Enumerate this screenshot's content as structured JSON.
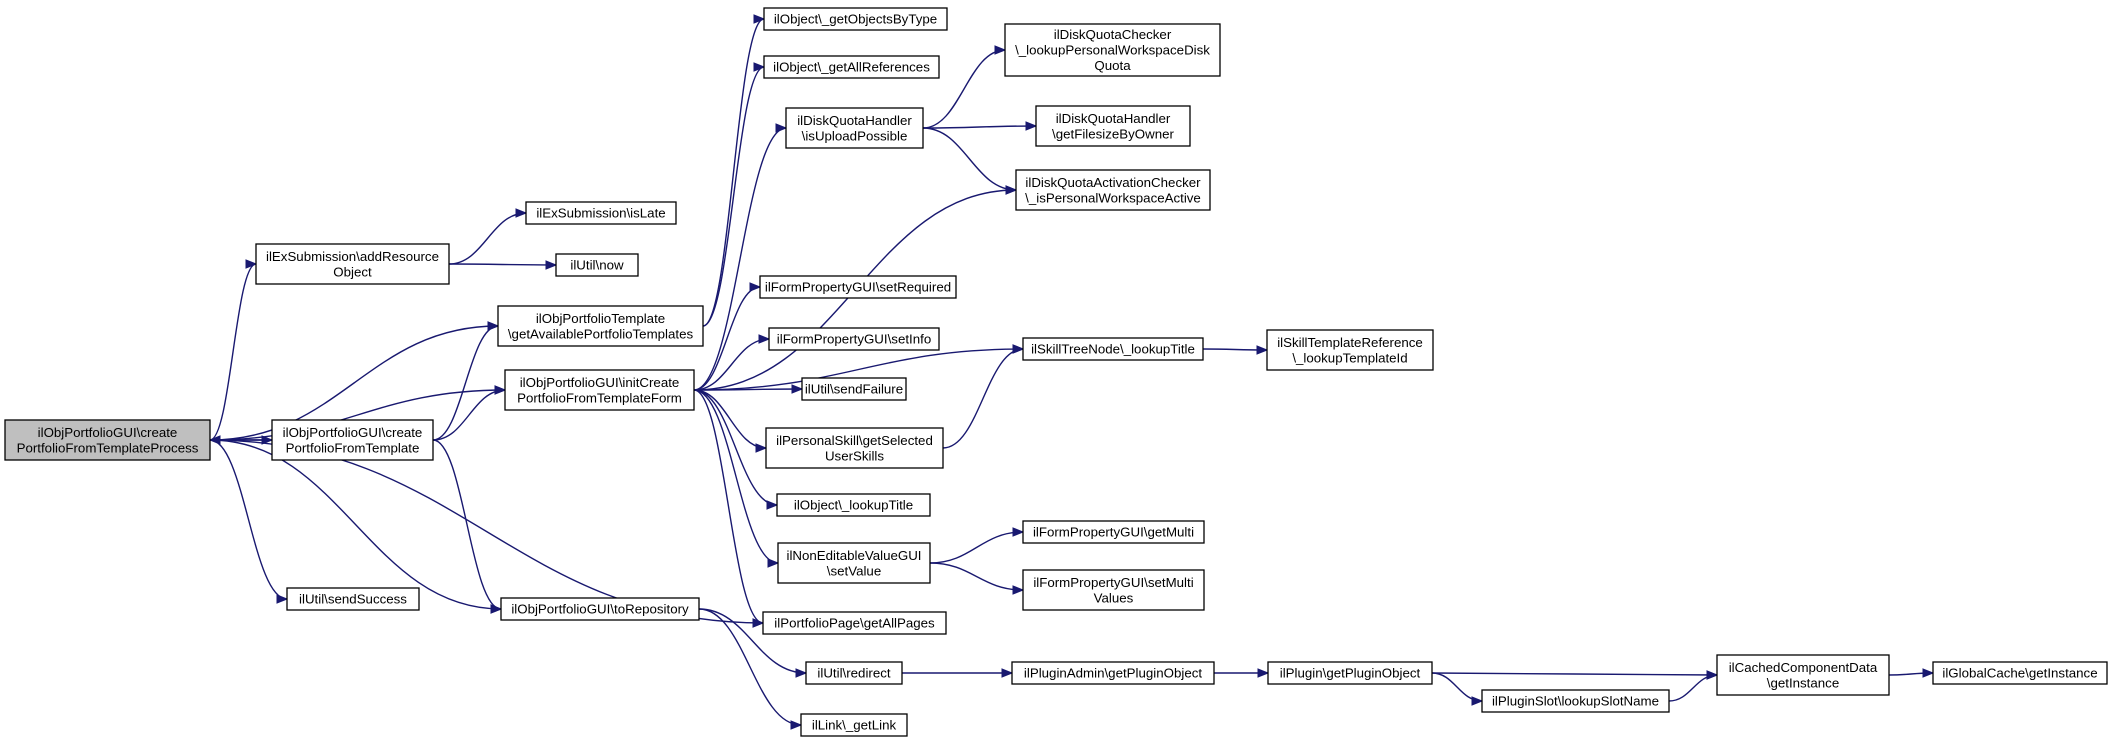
{
  "colors": {
    "edge": "#191970",
    "node_border": "#000000",
    "node_fill": "#ffffff",
    "focus_fill": "#bfbfbf"
  },
  "nodes": {
    "root": {
      "lines": [
        "ilObjPortfolioGUI\\create",
        "PortfolioFromTemplateProcess"
      ],
      "focus": true
    },
    "addRes": {
      "lines": [
        "ilExSubmission\\addResource",
        "Object"
      ]
    },
    "isLate": {
      "lines": [
        "ilExSubmission\\isLate"
      ]
    },
    "now": {
      "lines": [
        "ilUtil\\now"
      ]
    },
    "getAvail": {
      "lines": [
        "ilObjPortfolioTemplate",
        "\\getAvailablePortfolioTemplates"
      ]
    },
    "createPFT": {
      "lines": [
        "ilObjPortfolioGUI\\create",
        "PortfolioFromTemplate"
      ]
    },
    "initCreate": {
      "lines": [
        "ilObjPortfolioGUI\\initCreate",
        "PortfolioFromTemplateForm"
      ]
    },
    "sendSucc": {
      "lines": [
        "ilUtil\\sendSuccess"
      ]
    },
    "toRepo": {
      "lines": [
        "ilObjPortfolioGUI\\toRepository"
      ]
    },
    "getByType": {
      "lines": [
        "ilObject\\_getObjectsByType"
      ]
    },
    "getAllRefs": {
      "lines": [
        "ilObject\\_getAllReferences"
      ]
    },
    "isUpload": {
      "lines": [
        "ilDiskQuotaHandler",
        "\\isUploadPossible"
      ]
    },
    "setReq": {
      "lines": [
        "ilFormPropertyGUI\\setRequired"
      ]
    },
    "setInfo": {
      "lines": [
        "ilFormPropertyGUI\\setInfo"
      ]
    },
    "sendFail": {
      "lines": [
        "ilUtil\\sendFailure"
      ]
    },
    "getSelSk": {
      "lines": [
        "ilPersonalSkill\\getSelected",
        "UserSkills"
      ]
    },
    "lookupT": {
      "lines": [
        "ilObject\\_lookupTitle"
      ]
    },
    "nonEdit": {
      "lines": [
        "ilNonEditableValueGUI",
        "\\setValue"
      ]
    },
    "allPages": {
      "lines": [
        "ilPortfolioPage\\getAllPages"
      ]
    },
    "redirect": {
      "lines": [
        "ilUtil\\redirect"
      ]
    },
    "getLink": {
      "lines": [
        "ilLink\\_getLink"
      ]
    },
    "dqChecker": {
      "lines": [
        "ilDiskQuotaChecker",
        "\\_lookupPersonalWorkspaceDisk",
        "Quota"
      ]
    },
    "dqFilesize": {
      "lines": [
        "ilDiskQuotaHandler",
        "\\getFilesizeByOwner"
      ]
    },
    "dqActive": {
      "lines": [
        "ilDiskQuotaActivationChecker",
        "\\_isPersonalWorkspaceActive"
      ]
    },
    "skillTree": {
      "lines": [
        "ilSkillTreeNode\\_lookupTitle"
      ]
    },
    "getMulti": {
      "lines": [
        "ilFormPropertyGUI\\getMulti"
      ]
    },
    "setMulti": {
      "lines": [
        "ilFormPropertyGUI\\setMulti",
        "Values"
      ]
    },
    "plugAdmin": {
      "lines": [
        "ilPluginAdmin\\getPluginObject"
      ]
    },
    "plugin": {
      "lines": [
        "ilPlugin\\getPluginObject"
      ]
    },
    "plugSlot": {
      "lines": [
        "ilPluginSlot\\lookupSlotName"
      ]
    },
    "cached": {
      "lines": [
        "ilCachedComponentData",
        "\\getInstance"
      ]
    },
    "skTplRef": {
      "lines": [
        "ilSkillTemplateReference",
        "\\_lookupTemplateId"
      ]
    },
    "globCache": {
      "lines": [
        "ilGlobalCache\\getInstance"
      ]
    }
  },
  "edges": [
    [
      "root",
      "addRes"
    ],
    [
      "root",
      "getAvail"
    ],
    [
      "root",
      "initCreate"
    ],
    [
      "root",
      "createPFT"
    ],
    [
      "root",
      "sendSucc"
    ],
    [
      "root",
      "toRepo"
    ],
    [
      "root",
      "allPages"
    ],
    [
      "createPFT",
      "root"
    ],
    [
      "createPFT",
      "getAvail"
    ],
    [
      "createPFT",
      "initCreate"
    ],
    [
      "createPFT",
      "toRepo"
    ],
    [
      "addRes",
      "isLate"
    ],
    [
      "addRes",
      "now"
    ],
    [
      "getAvail",
      "getByType"
    ],
    [
      "getAvail",
      "getAllRefs"
    ],
    [
      "initCreate",
      "isUpload"
    ],
    [
      "initCreate",
      "dqActive"
    ],
    [
      "initCreate",
      "skillTree"
    ],
    [
      "initCreate",
      "setReq"
    ],
    [
      "initCreate",
      "setInfo"
    ],
    [
      "initCreate",
      "sendFail"
    ],
    [
      "initCreate",
      "getSelSk"
    ],
    [
      "initCreate",
      "lookupT"
    ],
    [
      "initCreate",
      "nonEdit"
    ],
    [
      "initCreate",
      "allPages"
    ],
    [
      "isUpload",
      "dqChecker"
    ],
    [
      "isUpload",
      "dqFilesize"
    ],
    [
      "isUpload",
      "dqActive"
    ],
    [
      "getSelSk",
      "skillTree"
    ],
    [
      "skillTree",
      "skTplRef"
    ],
    [
      "nonEdit",
      "getMulti"
    ],
    [
      "nonEdit",
      "setMulti"
    ],
    [
      "toRepo",
      "redirect"
    ],
    [
      "toRepo",
      "getLink"
    ],
    [
      "redirect",
      "plugAdmin"
    ],
    [
      "plugAdmin",
      "plugin"
    ],
    [
      "plugin",
      "cached"
    ],
    [
      "plugin",
      "plugSlot"
    ],
    [
      "plugSlot",
      "cached"
    ],
    [
      "cached",
      "globCache"
    ]
  ]
}
